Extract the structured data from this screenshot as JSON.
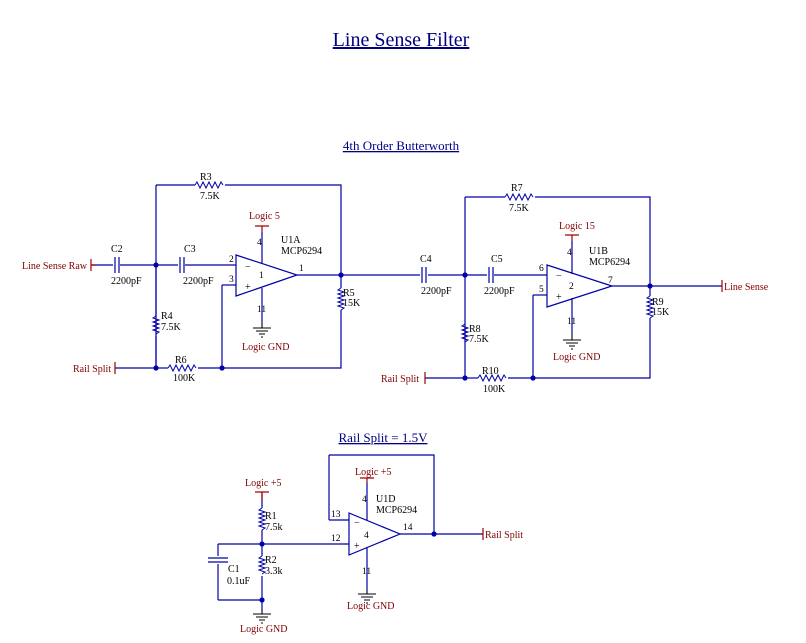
{
  "title": "Line Sense Filter",
  "filter_title": "4th Order Butterworth",
  "railsplit_title": "Rail Split = 1.5V",
  "nets": {
    "line_sense_raw": "Line Sense Raw",
    "line_sense": "Line Sense",
    "rail_split": "Rail Split",
    "logic_5a": "Logic  5",
    "logic_15": "Logic 15",
    "logic_gnd": "Logic GND",
    "logic_p5": "Logic +5",
    "logic_p5b": "Logic +5"
  },
  "components": {
    "c2": {
      "ref": "C2",
      "value": "2200pF"
    },
    "c3": {
      "ref": "C3",
      "value": "2200pF"
    },
    "c4": {
      "ref": "C4",
      "value": "2200pF"
    },
    "c5": {
      "ref": "C5",
      "value": "2200pF"
    },
    "c1": {
      "ref": "C1",
      "value": "0.1uF"
    },
    "r3": {
      "ref": "R3",
      "value": "7.5K"
    },
    "r4": {
      "ref": "R4",
      "value": "7.5K"
    },
    "r5": {
      "ref": "R5",
      "value": "15K"
    },
    "r6": {
      "ref": "R6",
      "value": "100K"
    },
    "r7": {
      "ref": "R7",
      "value": "7.5K"
    },
    "r8": {
      "ref": "R8",
      "value": "7.5K"
    },
    "r9": {
      "ref": "R9",
      "value": "15K"
    },
    "r10": {
      "ref": "R10",
      "value": "100K"
    },
    "r1": {
      "ref": "R1",
      "value": "7.5k"
    },
    "r2": {
      "ref": "R2",
      "value": "3.3k"
    },
    "u1a": {
      "ref": "U1A",
      "part": "MCP6294",
      "unit": "1"
    },
    "u1b": {
      "ref": "U1B",
      "part": "MCP6294",
      "unit": "2"
    },
    "u1d": {
      "ref": "U1D",
      "part": "MCP6294",
      "unit": "4"
    }
  },
  "pins": {
    "u1a": {
      "inv": "2",
      "noninv": "3",
      "out": "1",
      "vcc": "4",
      "gnd": "11"
    },
    "u1b": {
      "inv": "6",
      "noninv": "5",
      "out": "7",
      "vcc": "4",
      "gnd": "11"
    },
    "u1d": {
      "inv": "13",
      "noninv": "12",
      "out": "14",
      "vcc": "4",
      "gnd": "11"
    }
  }
}
